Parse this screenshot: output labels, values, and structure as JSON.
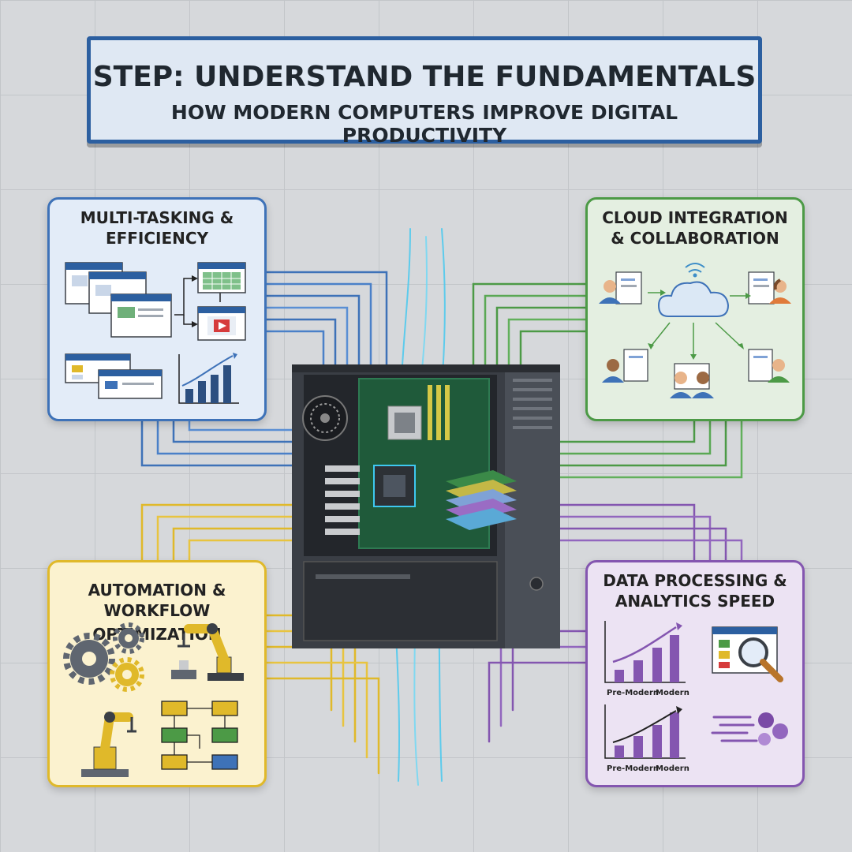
{
  "header": {
    "title": "STEP: UNDERSTAND THE FUNDAMENTALS",
    "subtitle": "HOW MODERN COMPUTERS IMPROVE DIGITAL PRODUCTIVITY"
  },
  "panels": {
    "multitasking": {
      "title_line1": "MULTI-TASKING &",
      "title_line2": "EFFICIENCY"
    },
    "cloud": {
      "title_line1": "CLOUD INTEGRATION",
      "title_line2": "& COLLABORATION"
    },
    "automation": {
      "title_line1": "AUTOMATION &",
      "title_line2": "WORKFLOW OPTIMIZATION"
    },
    "data": {
      "title_line1": "DATA PROCESSING &",
      "title_line2": "ANALYTICS SPEED",
      "chart_label_left": "Pre-Modern",
      "chart_label_right": "Modern"
    }
  },
  "colors": {
    "blue": "#3e72b8",
    "green": "#4c9a46",
    "yellow": "#e0b92a",
    "purple": "#8456b0",
    "cyan": "#3ec8f0"
  },
  "icons": {
    "center": "computer-tower-icon",
    "multitasking": [
      "window-stack-icon",
      "spreadsheet-icon",
      "video-player-icon",
      "bar-chart-icon"
    ],
    "cloud": [
      "cloud-icon",
      "wifi-icon",
      "user-document-icon"
    ],
    "automation": [
      "gears-icon",
      "robot-arm-icon",
      "flowchart-icon"
    ],
    "data": [
      "growth-chart-icon",
      "magnifier-icon",
      "speed-icon"
    ]
  }
}
